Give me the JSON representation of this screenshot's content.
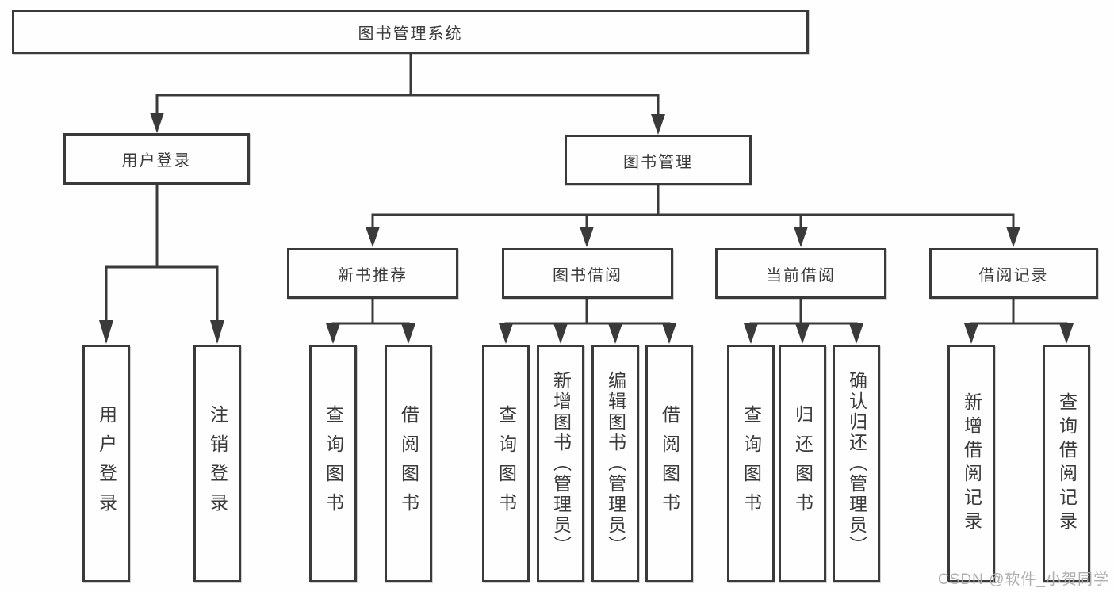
{
  "diagram": {
    "title": "图书管理系统",
    "branches": [
      {
        "label": "用户登录",
        "leaves": [
          "用户登录",
          "注销登录"
        ]
      },
      {
        "label": "图书管理",
        "groups": [
          {
            "label": "新书推荐",
            "leaves": [
              "查询图书",
              "借阅图书"
            ]
          },
          {
            "label": "图书借阅",
            "leaves": [
              "查询图书",
              "新增图书（管理员）",
              "编辑图书（管理员）",
              "借阅图书"
            ]
          },
          {
            "label": "当前借阅",
            "leaves": [
              "查询图书",
              "归还图书",
              "确认归还（管理员）"
            ]
          },
          {
            "label": "借阅记录",
            "leaves": [
              "新增借阅记录",
              "查询借阅记录"
            ]
          }
        ]
      }
    ]
  },
  "watermark": {
    "text": "CSDN @软件_小贺同学"
  },
  "colors": {
    "line": "#3a3a3a",
    "text": "#3a3a3a",
    "box_background": "#fefefe",
    "watermark": "#aaaaaa"
  }
}
